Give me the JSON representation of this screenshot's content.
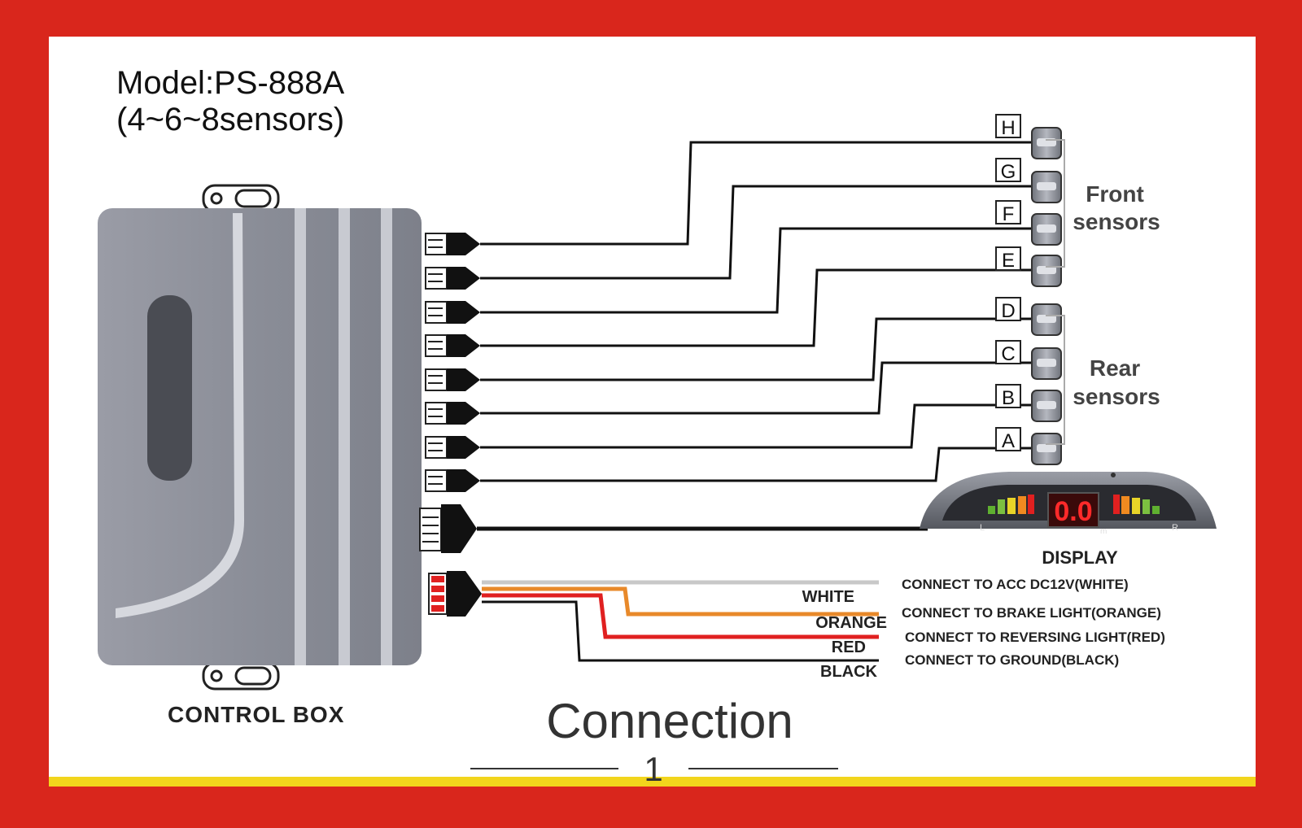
{
  "header": {
    "model": "Model:PS-888A",
    "sensors_count": "(4~6~8sensors)"
  },
  "control_box": {
    "label": "CONTROL BOX"
  },
  "sensors": [
    {
      "letter": "H"
    },
    {
      "letter": "G"
    },
    {
      "letter": "F"
    },
    {
      "letter": "E"
    },
    {
      "letter": "D"
    },
    {
      "letter": "C"
    },
    {
      "letter": "B"
    },
    {
      "letter": "A"
    }
  ],
  "groups": {
    "front_line1": "Front",
    "front_line2": "sensors",
    "rear_line1": "Rear",
    "rear_line2": "sensors"
  },
  "display": {
    "label": "DISPLAY",
    "readout": "0.0",
    "left_mark": "L",
    "right_mark": "R",
    "center_mark": "m"
  },
  "power": {
    "wires": [
      {
        "color_name": "WHITE",
        "instruction": "CONNECT TO ACC DC12V(WHITE)",
        "hex": "#c8c8c8"
      },
      {
        "color_name": "ORANGE",
        "instruction": "CONNECT TO BRAKE LIGHT(ORANGE)",
        "hex": "#e8892a"
      },
      {
        "color_name": "RED",
        "instruction": "CONNECT TO REVERSING LIGHT(RED)",
        "hex": "#e02020"
      },
      {
        "color_name": "BLACK",
        "instruction": "CONNECT TO GROUND(BLACK)",
        "hex": "#111111"
      }
    ]
  },
  "footer": {
    "title": "Connection",
    "page_number": "1"
  },
  "colors": {
    "border": "#d9261c",
    "yellow_strip": "#f2d51c",
    "box_body": "#8c8f99"
  }
}
